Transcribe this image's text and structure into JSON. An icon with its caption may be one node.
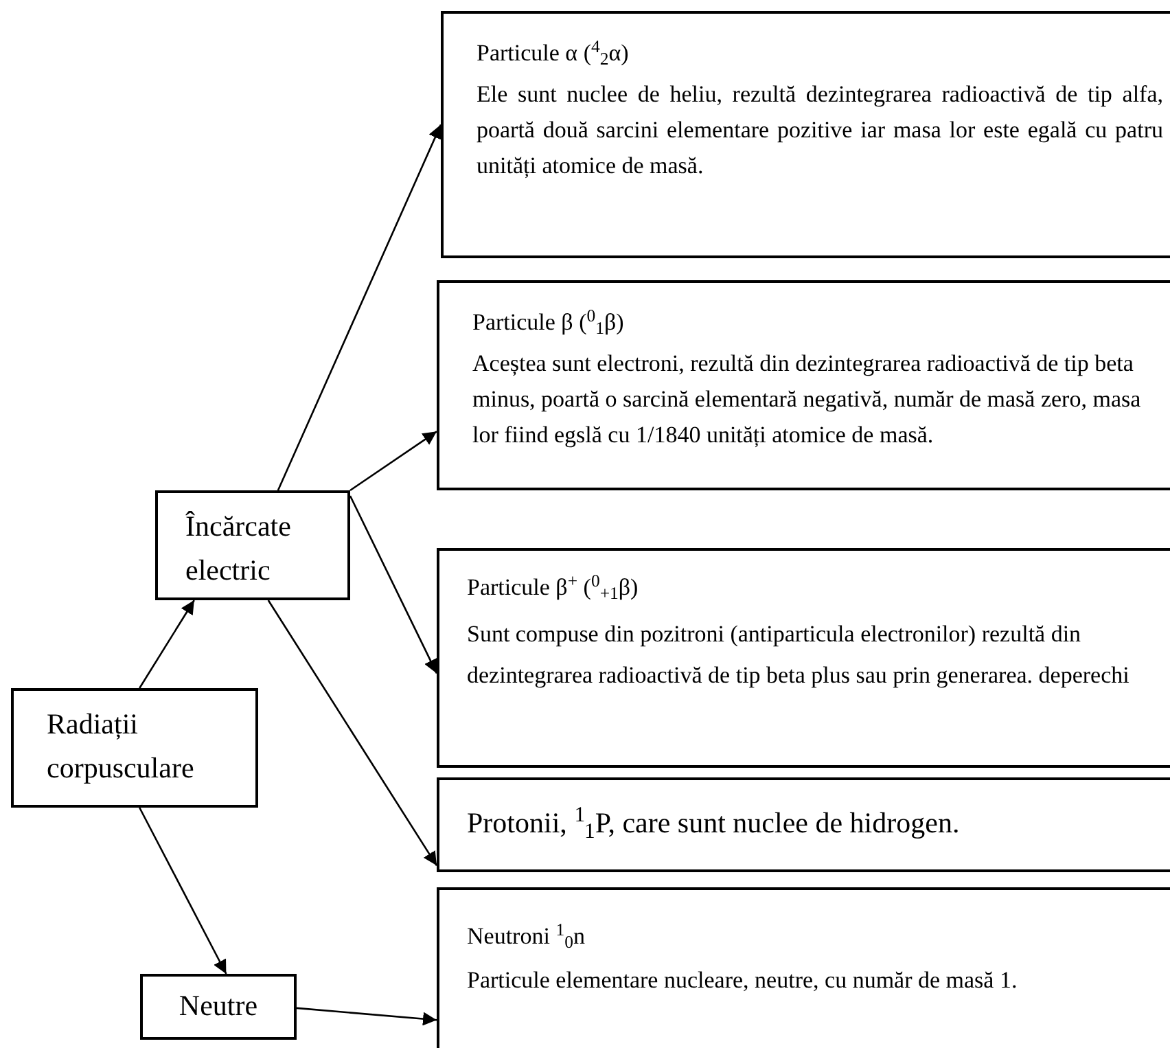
{
  "diagram": {
    "nodes": [
      {
        "text": [
          "Radiații corpusculare"
        ]
      },
      {
        "text": [
          "Încărcate electric"
        ]
      },
      {
        "text": [
          "Neutre"
        ]
      },
      {
        "text": [
          "Particule α ($^{4}$$_{2}$α)",
          "Ele sunt nuclee de heliu, rezultă dezintegrarea radioactivă de tip alfa, poartă două sarcini elementare pozitive iar masa lor  este egală cu patru unități atomice de masă."
        ]
      },
      {
        "text": [
          "Particule β ($^{0}$$_{1}$β)",
          "Aceștea sunt electroni, rezultă din dezintegrarea radioactivă de tip beta minus, poartă o sarcină elementară negativă, număr de masă zero, masa lor fiind egslă cu 1/1840 unități atomice de masă."
        ]
      },
      {
        "text": [
          "Particule β$^{+}$ ($^{0}$$_{+1}$β)",
          "Sunt compuse din pozitroni (antiparticula electronilor) rezultă din dezintegrarea radioactivă de tip beta plus sau prin generarea. deperechi"
        ]
      },
      {
        "text": [
          "Protonii, $^{1}$$_{1}$P, care sunt nuclee de hidrogen."
        ]
      },
      {
        "text": [
          "Neutroni $^{1}$$_{0}$n",
          "Particule elementare nucleare, neutre, cu număr de masă 1."
        ]
      }
    ],
    "edges": [
      {
        "from": 0,
        "to": 1,
        "arrow": "to"
      },
      {
        "from": 0,
        "to": 2,
        "arrow": "to"
      },
      {
        "from": 1,
        "to": 3,
        "arrow": "to"
      },
      {
        "from": 1,
        "to": 4,
        "arrow": "to"
      },
      {
        "from": 1,
        "to": 5,
        "arrow": "to"
      },
      {
        "from": 1,
        "to": 6,
        "arrow": "to"
      },
      {
        "from": 2,
        "to": 7,
        "arrow": "to"
      }
    ]
  }
}
